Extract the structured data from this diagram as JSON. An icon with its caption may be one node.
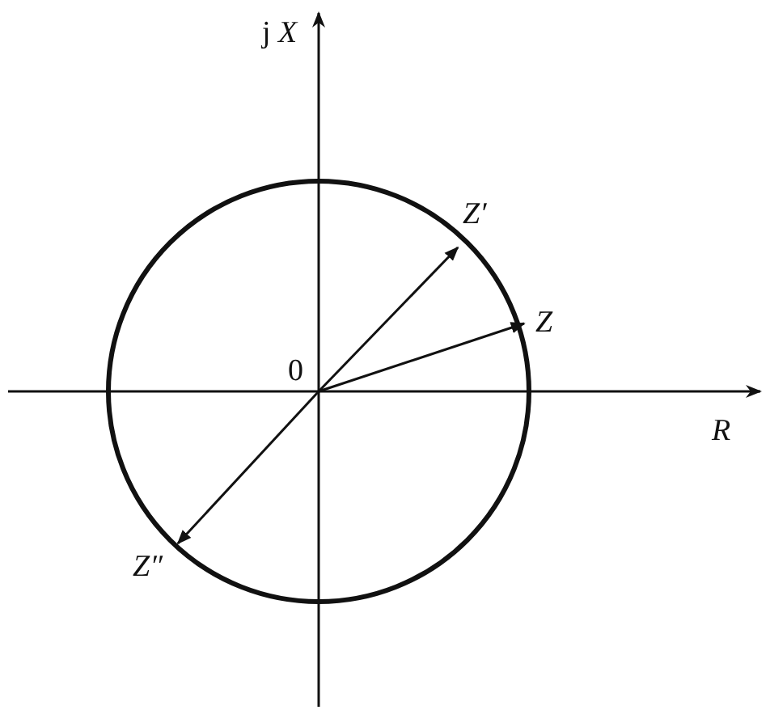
{
  "diagram": {
    "nodes": [
      {
        "text": [
          "0"
        ]
      },
      {
        "text": [
          "Z′"
        ]
      },
      {
        "text": [
          "Z"
        ]
      },
      {
        "text": [
          "Z″"
        ]
      }
    ],
    "edges": [
      {
        "from": 0,
        "to": 1,
        "arrow": "to"
      },
      {
        "from": 0,
        "to": 2,
        "arrow": "to"
      },
      {
        "from": 0,
        "to": 3,
        "arrow": "to"
      }
    ],
    "labels": [
      "j *X*",
      "*R*"
    ]
  }
}
